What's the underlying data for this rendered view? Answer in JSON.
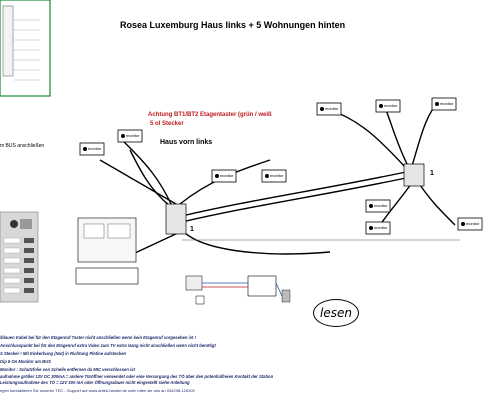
{
  "title": "Rosea Luxemburg  Haus links + 5 Wohnungen hinten",
  "warning_line1": "Achtung BT1/BT2 Etagentaster (grün / weiß",
  "warning_line2": "5 ol Stecker",
  "haus_label": "Haus vorn links",
  "side_note": "m BUS anschließen",
  "monitor_label": "monitor",
  "unit_one": "1",
  "lesen": "lesen",
  "bottom_lines": [
    {
      "pre": "/blauen Kabel ",
      "mid": "bei für den Etagenruf Taster nicht anschließen wenn kein Etagenruf vorgesehen ist !",
      "post": ""
    },
    {
      "pre": "",
      "mid": "Anschlusspunkt bei für den Etagenruf extra Video zum TV extra Gang nicht anschließen wenn nicht benötigt",
      "post": ""
    },
    {
      "pre": "S Stecker ! ",
      "mid": "Mit Einkerbung (Nut) in Richtung Platine aufstecken",
      "post": ""
    },
    {
      "pre": "Dip 6 On ",
      "mid": "Monitor am BUS",
      "post": ""
    },
    {
      "pre": "Monitor : ",
      "mid": "Schutzfolie von Schelle entfernen da MIC verschlossen ist",
      "post": ""
    },
    {
      "pre": "",
      "mid": "aufnahme größer 12V DC 300mA = andere Türöffner verwendet oder eine Versorgung des TÖ über den potentialfreien Kontakt der Station",
      "post": ""
    },
    {
      "pre": "",
      "mid": "Leistungsaufnahme des TÖ = 12V 300 mA oder Öffnungsdauer nicht eingestellt siehe Anleitung",
      "post": ""
    }
  ],
  "footer_text": "ngen kontaktieren Sie unseren TEC - Support auf www.aritek-handel.de oder rufen sie uns an 034298-126100"
}
